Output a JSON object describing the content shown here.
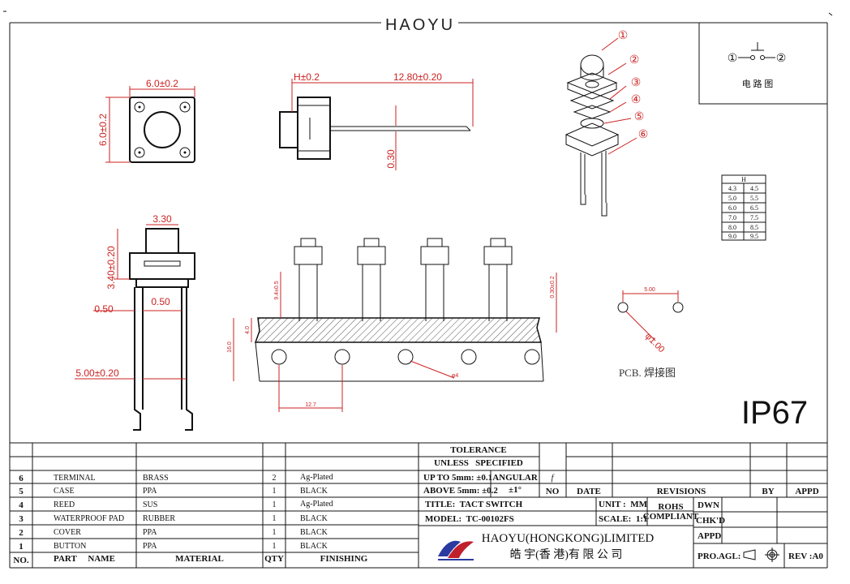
{
  "header": {
    "brand": "HAOYU"
  },
  "dimensions": {
    "body_width": "6.0±0.2",
    "body_height": "6.0±0.2",
    "h_label": "H±0.2",
    "pin_length": "12.80±0.20",
    "lead_thickness": "0.30",
    "width_330": "3.30",
    "height_340": "3.40±0.20",
    "pin_gap_left": "0.50",
    "pin_gap_right": "0.50",
    "pin_spacing": "5.00±0.20",
    "tape_94": "9.4±0.5",
    "tape_030": "0.30±0.2",
    "tape_40": "4.0",
    "tape_160": "16.0",
    "tape_pitch": "12.7",
    "tape_hole": "φ4",
    "pcb_spacing": "5.00",
    "pcb_hole": "φ1.00"
  },
  "exploded": {
    "callouts": [
      "①",
      "②",
      "③",
      "④",
      "⑤",
      "⑥"
    ]
  },
  "circuit": {
    "pin1": "①",
    "pin2": "②",
    "label": "电 路 图"
  },
  "h_table": {
    "header": "H",
    "rows": [
      [
        "4.3",
        "4.5"
      ],
      [
        "5.0",
        "5.5"
      ],
      [
        "6.0",
        "6.5"
      ],
      [
        "7.0",
        "7.5"
      ],
      [
        "8.0",
        "8.5"
      ],
      [
        "9.0",
        "9.5"
      ]
    ]
  },
  "pcb_label": "PCB. 焊接图",
  "ip_rating": "IP67",
  "parts": {
    "headers": {
      "no": "NO.",
      "part": "PART     NAME",
      "material": "MATERIAL",
      "qty": "QTY",
      "finishing": "FINISHING"
    },
    "rows": [
      {
        "no": "6",
        "part": "TERMINAL",
        "material": "BRASS",
        "qty": "2",
        "finishing": "Ag-Plated"
      },
      {
        "no": "5",
        "part": "CASE",
        "material": "PPA",
        "qty": "1",
        "finishing": "BLACK"
      },
      {
        "no": "4",
        "part": "REED",
        "material": "SUS",
        "qty": "1",
        "finishing": "Ag-Plated"
      },
      {
        "no": "3",
        "part": "WATERPROOF PAD",
        "material": "RUBBER",
        "qty": "1",
        "finishing": "BLACK"
      },
      {
        "no": "2",
        "part": "COVER",
        "material": "PPA",
        "qty": "1",
        "finishing": "BLACK"
      },
      {
        "no": "1",
        "part": "BUTTON",
        "material": "PPA",
        "qty": "1",
        "finishing": "BLACK"
      }
    ]
  },
  "tolerance": {
    "title_line1": "TOLERANCE",
    "title_line2": "UNLESS   SPECIFIED",
    "up_to": "UP TO 5mm: ±0.1",
    "above": "ABOVE 5mm: ±0.2",
    "angular_label": "ANGULAR",
    "angular_value": "±1°"
  },
  "revisions": {
    "no": "NO",
    "date": "DATE",
    "revisions": "REVISIONS",
    "by": "BY",
    "appd": "APPD",
    "mark": "f"
  },
  "title_block": {
    "title": "TITLE:  TACT SWITCH",
    "model": "MODEL:  TC-00102FS",
    "unit": "UNIT :  MM",
    "scale": "SCALE:  1:1",
    "rohs_line1": "ROHS",
    "rohs_line2": "COMPLIANT",
    "dwn": "DWN",
    "chkd": "CHK'D",
    "appd": "APPD",
    "company_en": "HAOYU(HONGKONG)LIMITED",
    "company_cn": "皓 宇(香 港)有 限 公 司",
    "proj_angle": "PRO.AGL:",
    "rev": "REV :A0"
  }
}
